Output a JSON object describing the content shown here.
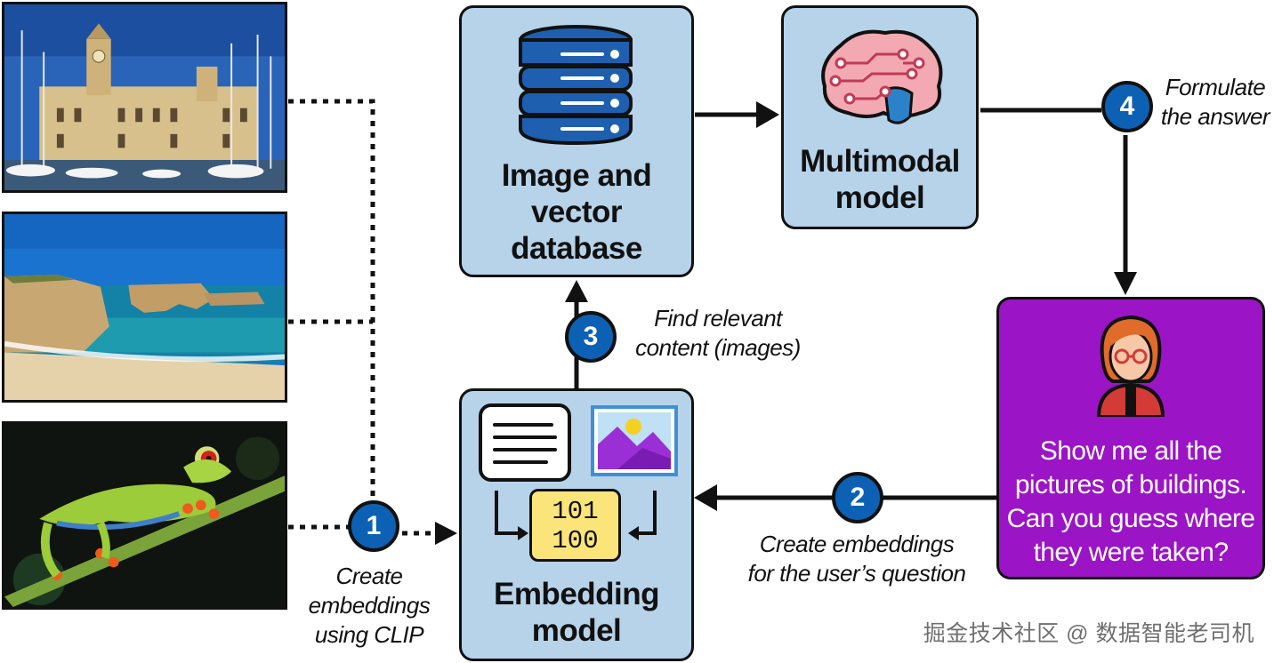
{
  "nodes": {
    "image_db": {
      "title_lines": [
        "Image and",
        "vector",
        "database"
      ]
    },
    "multimodal": {
      "title_lines": [
        "Multimodal",
        "model"
      ]
    },
    "embedding": {
      "title_lines": [
        "Embedding",
        "model"
      ],
      "binary_lines": [
        "101",
        "100"
      ]
    },
    "user": {
      "question_lines": [
        "Show me all the",
        "pictures of buildings.",
        "Can you guess where",
        "they were taken?"
      ]
    }
  },
  "steps": [
    {
      "number": "1",
      "caption_lines": [
        "Create",
        "embeddings",
        "using CLIP"
      ]
    },
    {
      "number": "2",
      "caption_lines": [
        "Create embeddings",
        "for the user’s question"
      ]
    },
    {
      "number": "3",
      "caption_lines": [
        "Find relevant",
        "content (images)"
      ]
    },
    {
      "number": "4",
      "caption_lines": [
        "Formulate",
        "the answer"
      ]
    }
  ],
  "icons": [
    "database-icon",
    "brain-icon",
    "document-icon",
    "image-icon",
    "user-avatar-icon"
  ],
  "colors": {
    "box_blue": "#b7d3ea",
    "user_purple": "#9b14c5",
    "step_blue": "#0c61b4",
    "binary_yellow": "#fbe57a"
  },
  "watermark": "掘金技术社区 @ 数据智能老司机"
}
